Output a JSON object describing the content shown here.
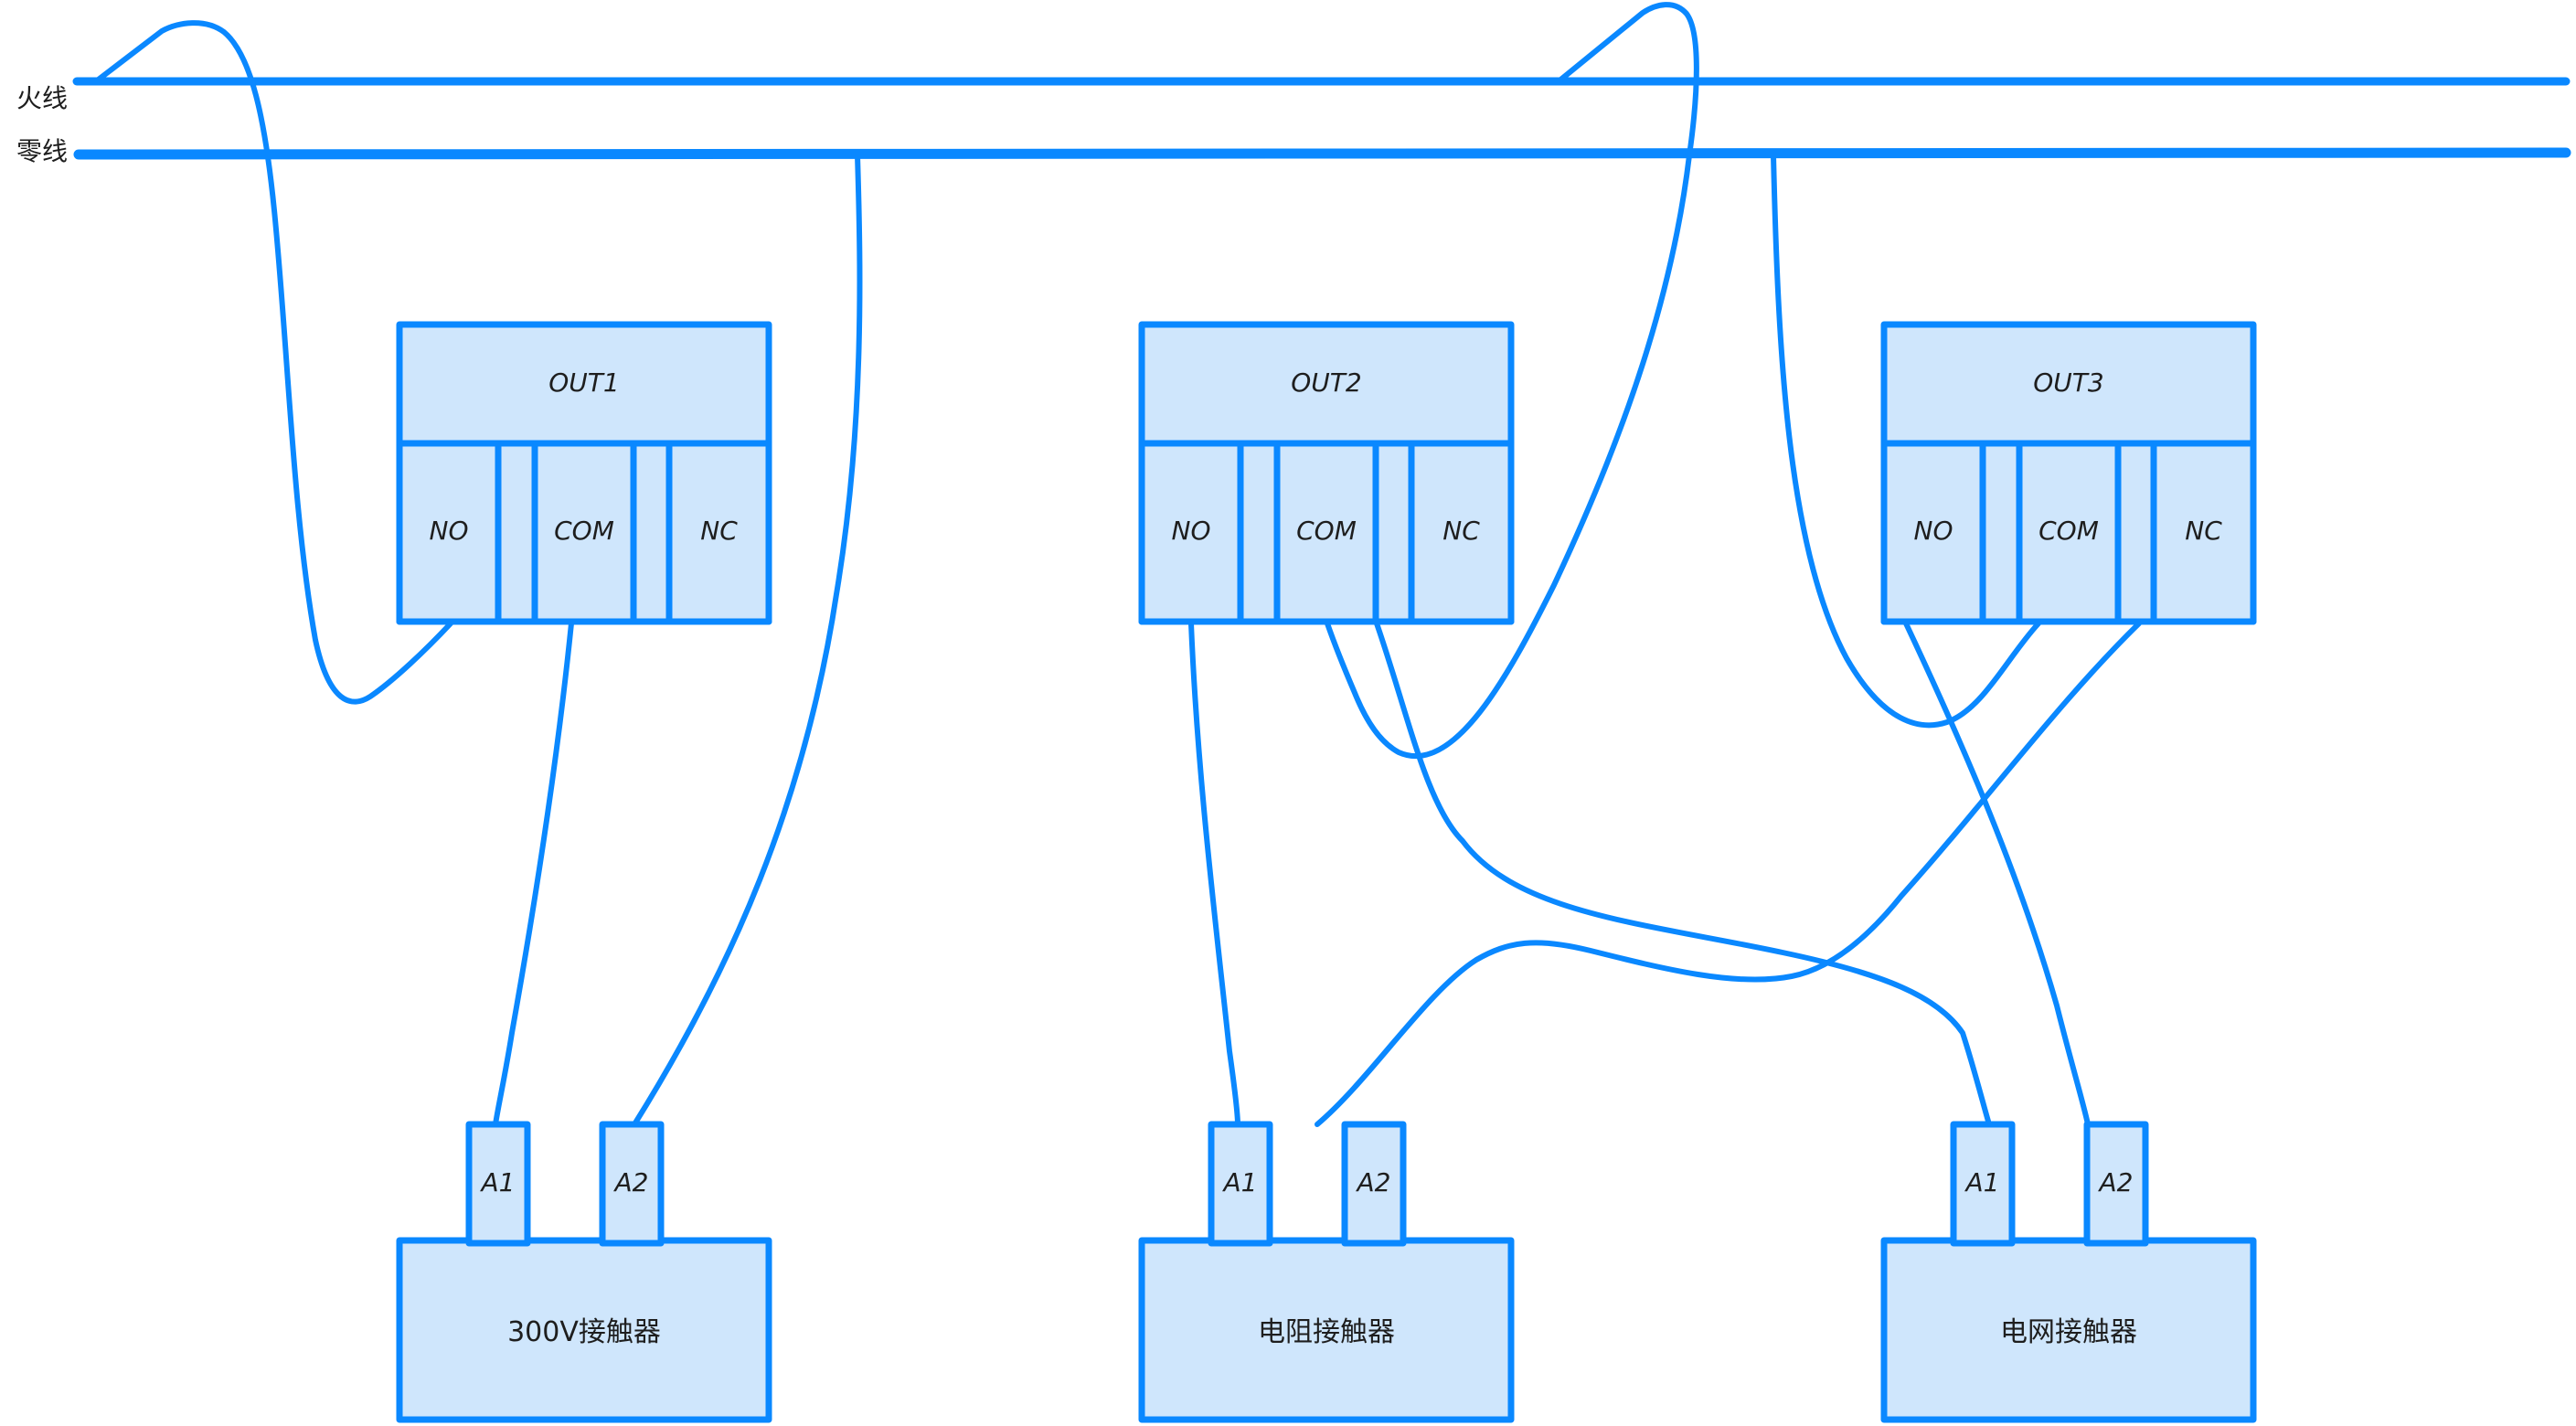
{
  "diagram": {
    "colors": {
      "wire": "#0a88ff",
      "box_fill": "#cfe6fc",
      "text": "#1e1e1e",
      "background": "#ffffff"
    },
    "bus_lines": {
      "live": {
        "label": "火线"
      },
      "neutral": {
        "label": "零线"
      }
    },
    "relay_outputs": [
      {
        "id": "out1",
        "title": "OUT1",
        "terminals": [
          "NO",
          "COM",
          "NC"
        ]
      },
      {
        "id": "out2",
        "title": "OUT2",
        "terminals": [
          "NO",
          "COM",
          "NC"
        ]
      },
      {
        "id": "out3",
        "title": "OUT3",
        "terminals": [
          "NO",
          "COM",
          "NC"
        ]
      }
    ],
    "contactors": [
      {
        "id": "c1",
        "label": "300V接触器",
        "coil_terminals": [
          "A1",
          "A2"
        ]
      },
      {
        "id": "c2",
        "label": "电阻接触器",
        "coil_terminals": [
          "A1",
          "A2"
        ]
      },
      {
        "id": "c3",
        "label": "电网接触器",
        "coil_terminals": [
          "A1",
          "A2"
        ]
      }
    ],
    "connections": [
      {
        "from": "火线",
        "to": "OUT1.NO"
      },
      {
        "from": "OUT1.COM",
        "to": "300V接触器.A1"
      },
      {
        "from": "零线",
        "to": "300V接触器.A2"
      },
      {
        "from": "火线",
        "to": "OUT2.COM"
      },
      {
        "from": "OUT2.NO",
        "to": "电阻接触器.A1"
      },
      {
        "from": "OUT2.NC",
        "to": "电网接触器.A1"
      },
      {
        "from": "零线",
        "to": "OUT3.COM"
      },
      {
        "from": "OUT3.NO",
        "to": "电网接触器.A2"
      },
      {
        "from": "OUT3.NC",
        "to": "电阻接触器.A2"
      }
    ]
  }
}
